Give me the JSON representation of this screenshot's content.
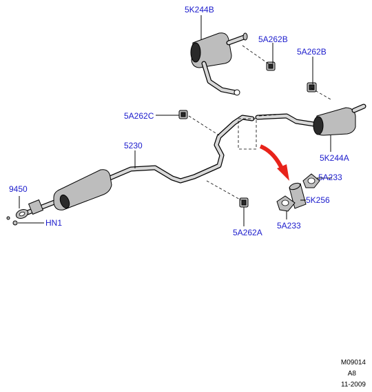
{
  "callouts": {
    "muffler_rear_left": "5K244B",
    "hanger_rear_left": "5A262B",
    "hanger_rear_right": "5A262B",
    "hanger_center": "5A262C",
    "intermediate_pipe": "5230",
    "flex_pipe": "9450",
    "hn1": "HN1",
    "hanger_front": "5A262A",
    "muffler_rear_right": "5K244A",
    "gasket_top": "5A233",
    "clamp_sleeve": "5K256",
    "gasket_bottom": "5A233"
  },
  "reference": {
    "code": "M09014",
    "revision": "A8",
    "date": "11-2009"
  },
  "colors": {
    "callout_text": "#1a1acc",
    "arrow": "#e8231a"
  },
  "icons": {
    "direction_arrow": "curved-red-arrow"
  }
}
